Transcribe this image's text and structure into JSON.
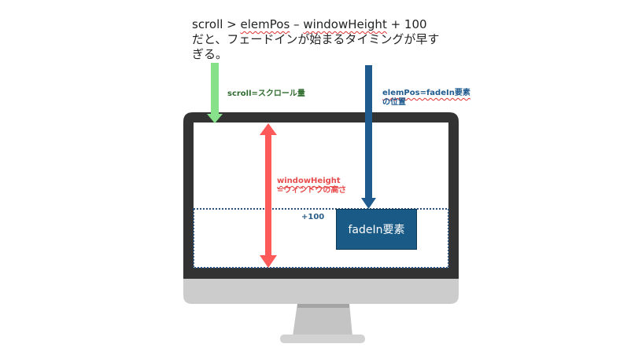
{
  "note": {
    "line1_prefix": "scroll > ",
    "line1_elempos": "elemPos",
    "line1_mid": " – ",
    "line1_wh": "windowHeight",
    "line1_suffix": " + 100",
    "line2": "だと、フェードインが始まるタイミングが早す",
    "line3": "ぎる。"
  },
  "labels": {
    "scroll": "scroll=スクロール量",
    "elempos_line1": "elemPos=fadeIn要素",
    "elempos_line2": "の位置",
    "windowheight_line1": "windowHeight",
    "windowheight_line2": "=ウィンドウの高さ",
    "plus100": "+100"
  },
  "element": {
    "label": "fadeIn要素"
  },
  "colors": {
    "scroll_arrow": "#86e18a",
    "scroll_label": "#2e6b2e",
    "elempos_arrow": "#1f5b8f",
    "elempos_label": "#1f5b8f",
    "windowheight_arrow": "#ff5a5a",
    "windowheight_label": "#e84c4c",
    "plus100_label": "#2b5f8a",
    "fadein_box": "#1a5a86",
    "monitor_bezel": "#333333",
    "monitor_chin": "#cccccc",
    "monitor_stand": "#bdbdbd"
  }
}
